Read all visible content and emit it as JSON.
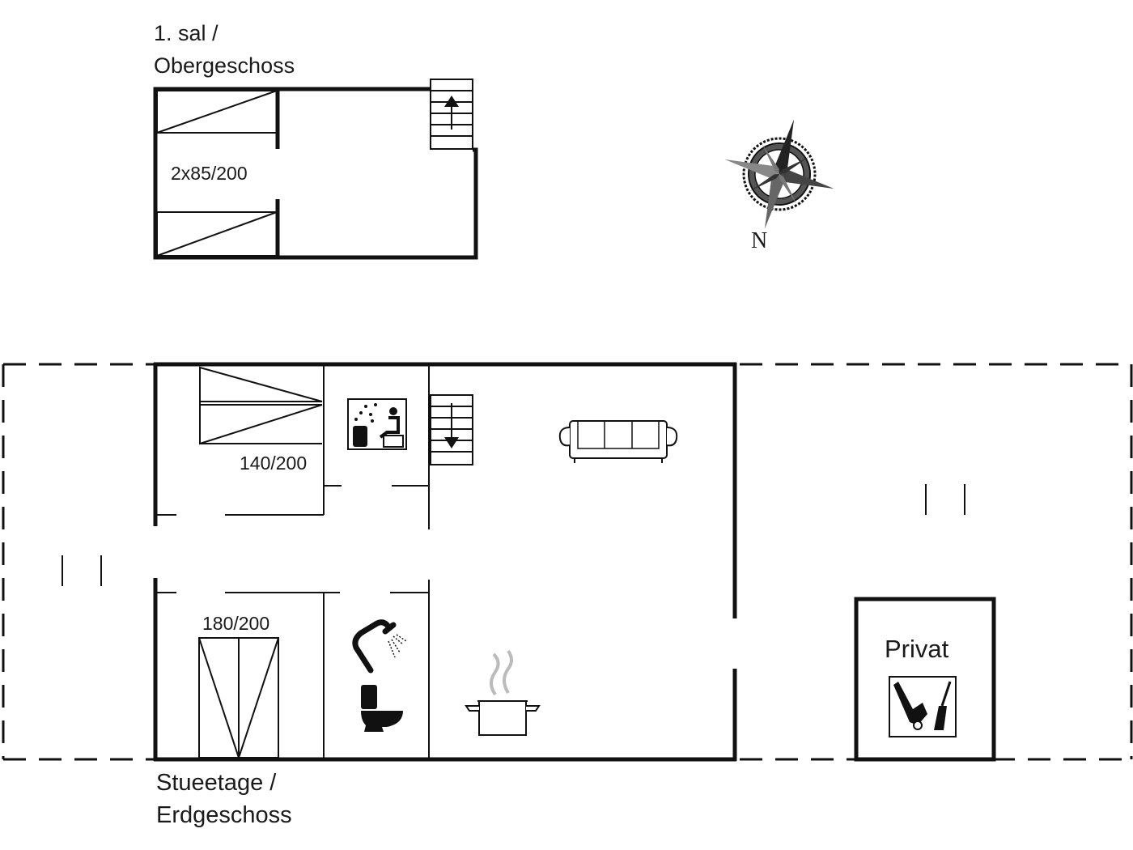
{
  "upper_floor": {
    "title_line1": "1. sal /",
    "title_line2": "Obergeschoss",
    "bed_label": "2x85/200"
  },
  "ground_floor": {
    "title_line1": "Stueetage /",
    "title_line2": "Erdgeschoss",
    "bed1_label": "140/200",
    "bed2_label": "180/200",
    "privat_label": "Privat"
  },
  "compass": {
    "north_label": "N"
  },
  "icons": [
    "staircase-up-icon",
    "staircase-down-icon",
    "compass-rose-icon",
    "sauna-icon",
    "sofa-icon",
    "shower-icon",
    "toilet-icon",
    "cooking-pot-icon",
    "cleaning-tools-icon"
  ]
}
